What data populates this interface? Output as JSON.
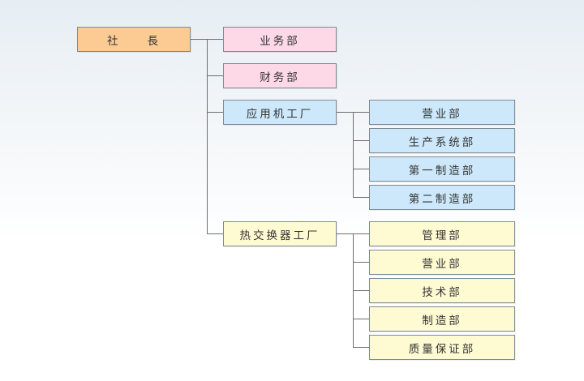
{
  "colors": {
    "president": "#fccb94",
    "direct_department": "#fdd8e6",
    "factory_app": "#cce8fa",
    "factory_heat": "#fefad2",
    "line": "#6f6f6f",
    "border": "#7d8a93"
  },
  "org": {
    "president": "社　　長",
    "departments": [
      "业务部",
      "财务部"
    ],
    "factories": [
      {
        "name": "应用机工厂",
        "units": [
          "营业部",
          "生产系统部",
          "第一制造部",
          "第二制造部"
        ]
      },
      {
        "name": "热交换器工厂",
        "units": [
          "管理部",
          "营业部",
          "技术部",
          "制造部",
          "质量保证部"
        ]
      }
    ]
  }
}
